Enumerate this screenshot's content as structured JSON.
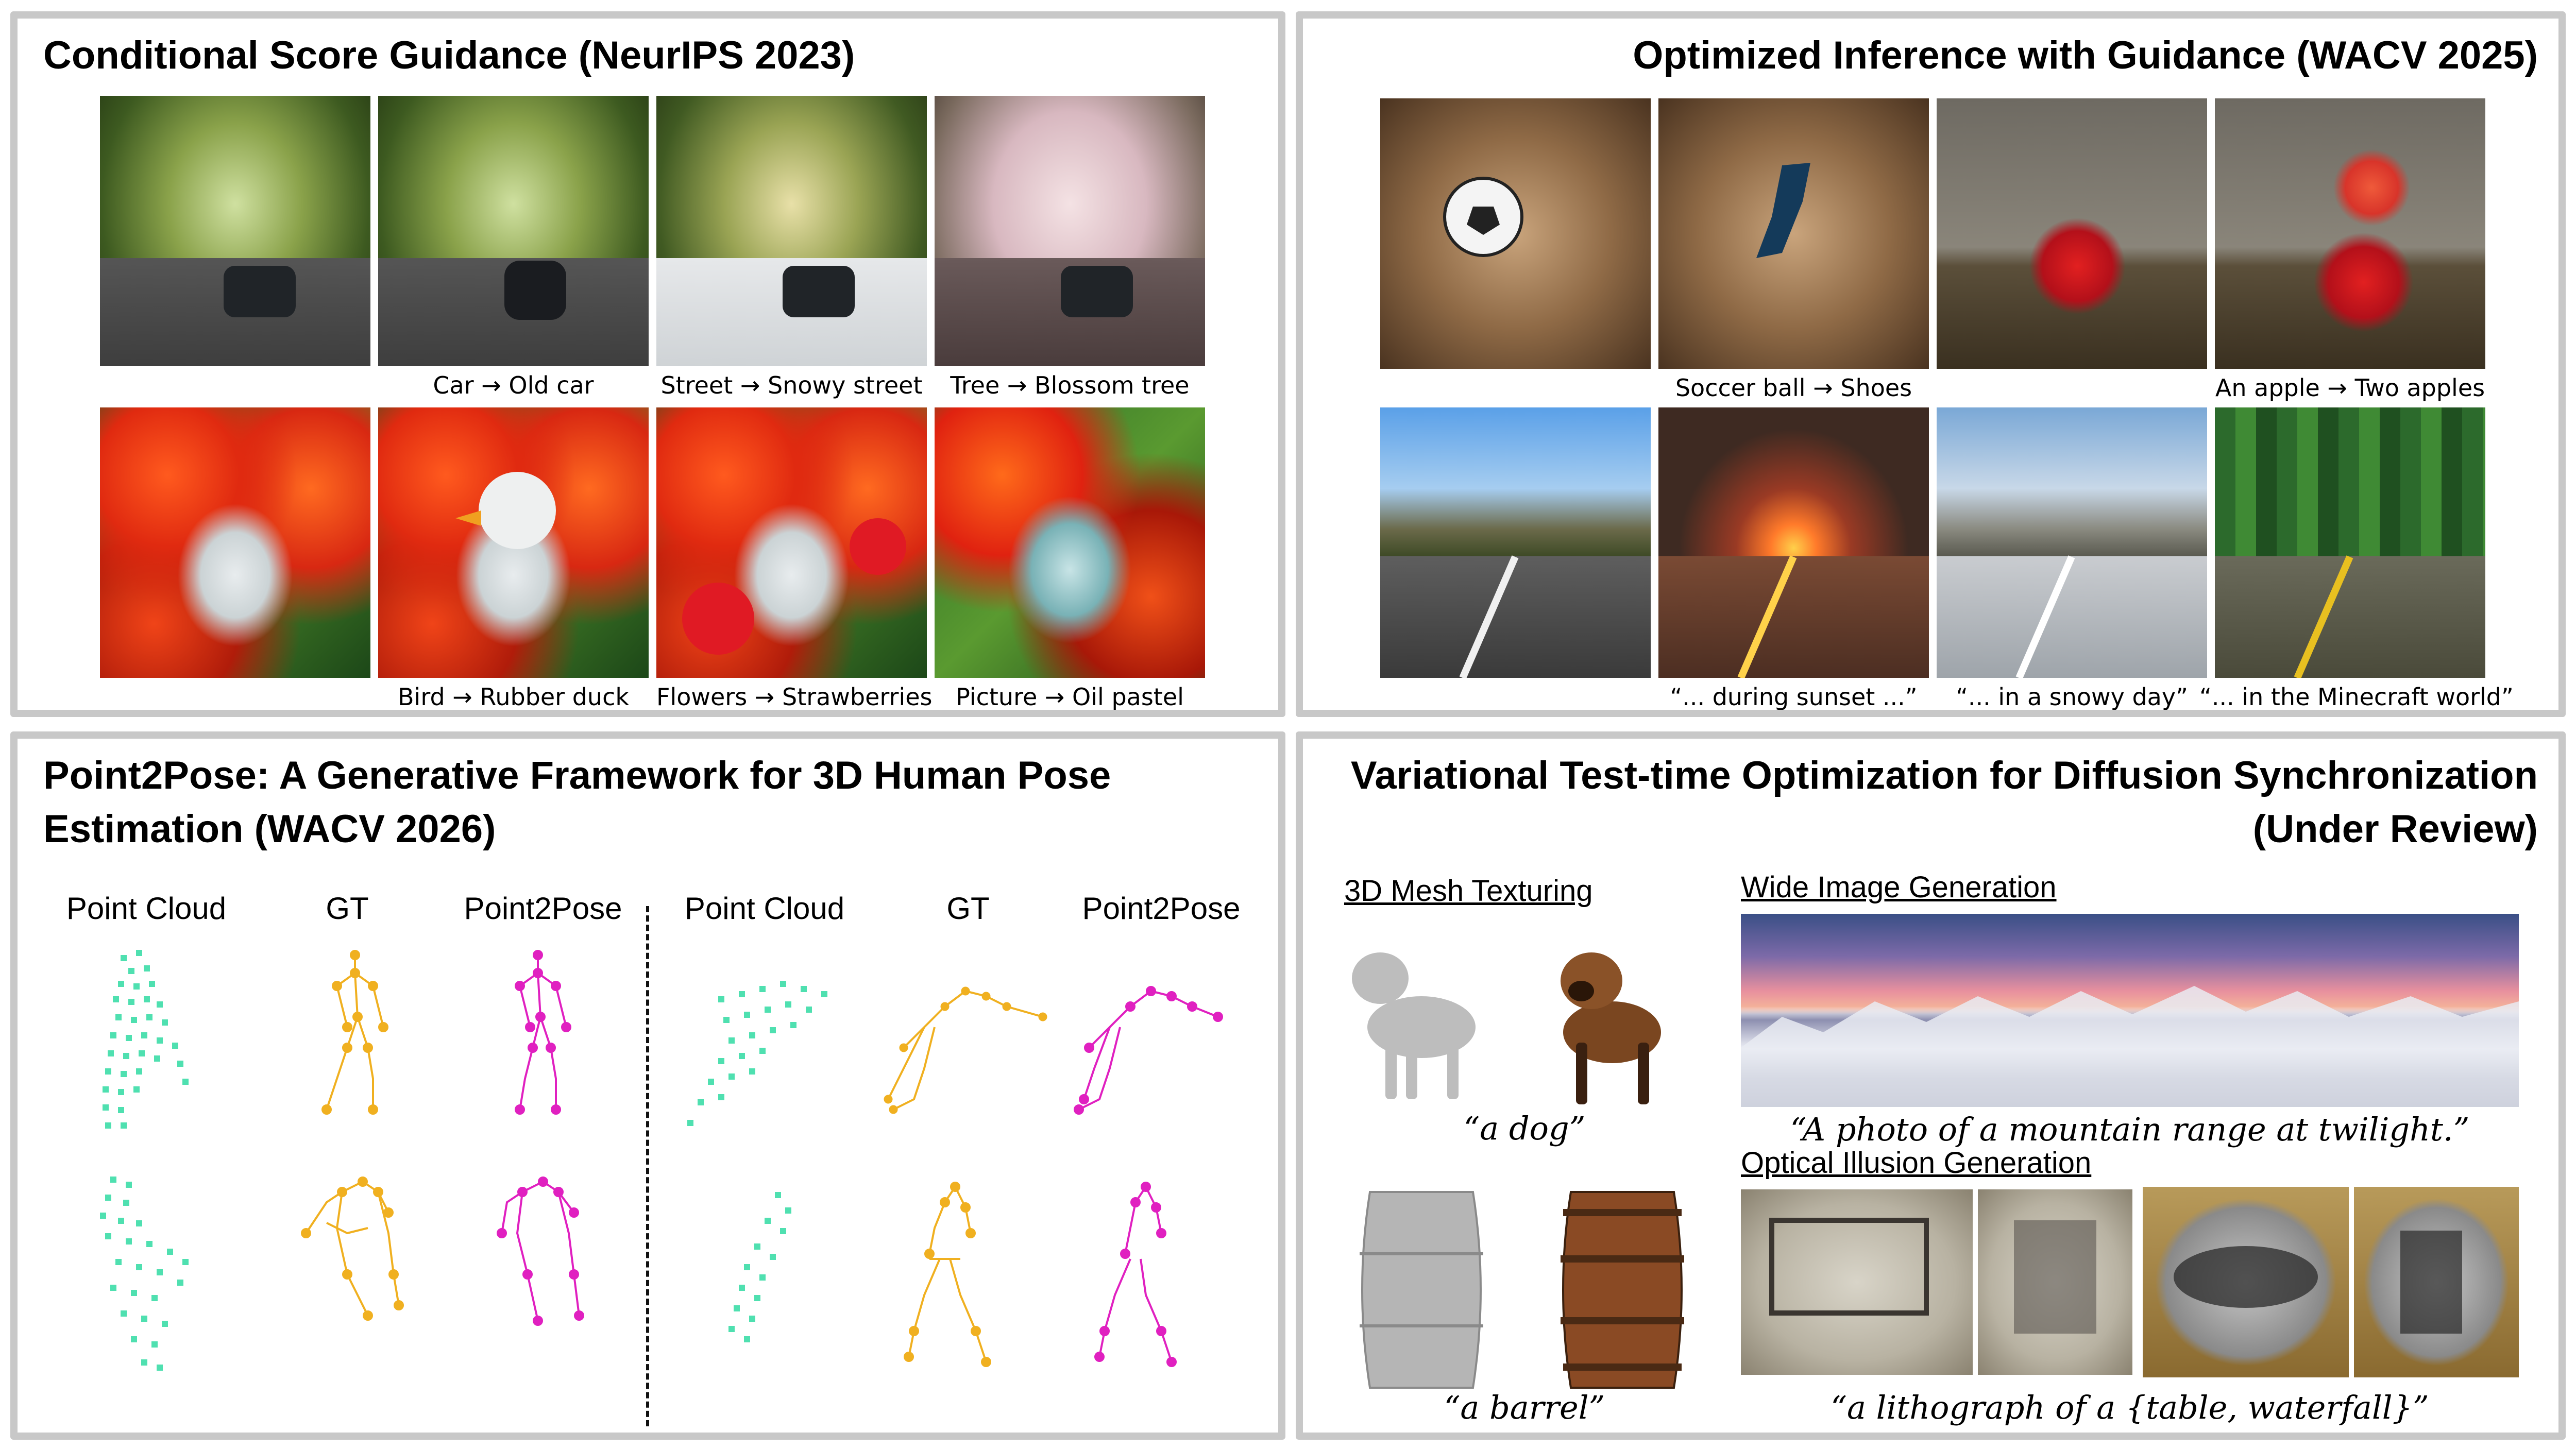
{
  "panels": {
    "top_left": {
      "title": "Conditional Score Guidance (NeurIPS 2023)",
      "captions_row1": [
        "",
        "Car → Old car",
        "Street → Snowy street",
        "Tree → Blossom tree"
      ],
      "captions_row2": [
        "Bird → Rubber duck",
        "Flowers → Strawberries",
        "Picture → Oil pastel"
      ]
    },
    "top_right": {
      "title": "Optimized Inference with Guidance (WACV 2025)",
      "captions_row1": [
        "Soccer ball → Shoes",
        "An apple → Two apples"
      ],
      "captions_row2": [
        "“... during sunset ...”",
        "“... in a snowy day”",
        "“... in the Minecraft world”"
      ]
    },
    "bottom_left": {
      "title_line1": "Point2Pose: A Generative Framework for 3D Human Pose",
      "title_line2": "Estimation (WACV 2026)",
      "column_headers": [
        "Point Cloud",
        "GT",
        "Point2Pose",
        "Point Cloud",
        "GT",
        "Point2Pose"
      ]
    },
    "bottom_right": {
      "title_line1": "Variational Test-time Optimization for Diffusion Synchronization",
      "title_line2": "(Under Review)",
      "section_mesh": "3D Mesh Texturing",
      "section_wide": "Wide Image Generation",
      "section_illusion": "Optical Illusion Generation",
      "caption_dog": "“a dog”",
      "caption_barrel": "“a barrel”",
      "caption_mountain": "“A photo of a mountain range at twilight.”",
      "caption_litho": "“a lithograph of a {table, waterfall}”"
    }
  },
  "colors": {
    "panel_border": "#c8c8c8",
    "point_cloud": "#4fe0b0",
    "gt": "#f0b020",
    "point2pose": "#e020c0"
  }
}
